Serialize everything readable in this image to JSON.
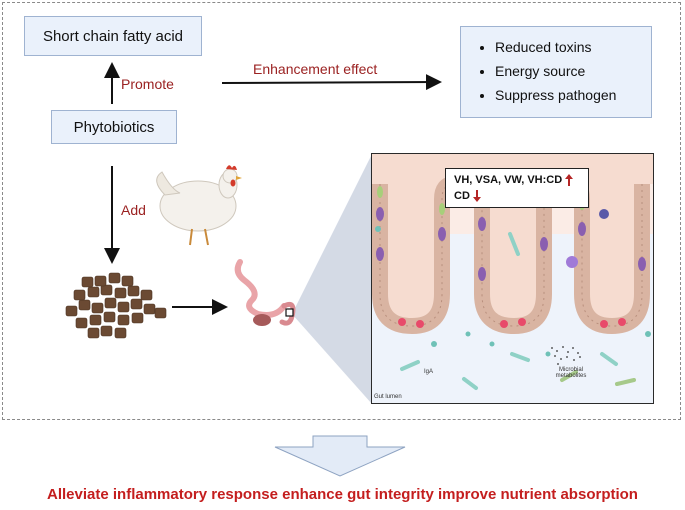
{
  "boxes": {
    "short_chain": "Short chain fatty acid",
    "phytobiotics": "Phytobiotics",
    "effects": [
      "Reduced toxins",
      "Energy source",
      "Suppress pathogen"
    ]
  },
  "labels": {
    "promote": "Promote",
    "enhancement": "Enhancement effect",
    "add": "Add"
  },
  "gut": {
    "indicator_up": "VH, VSA, VW, VH:CD",
    "indicator_down": "CD",
    "iga": "IgA",
    "microbial": "Microbial metabolites",
    "lumen": "Gut lumen"
  },
  "bottom": "Alleviate inflammatory response enhance gut integrity improve nutrient absorption",
  "colors": {
    "box_fill": "#eaf1fb",
    "accent_red": "#9b2222",
    "bottom_red": "#c41e1e"
  }
}
